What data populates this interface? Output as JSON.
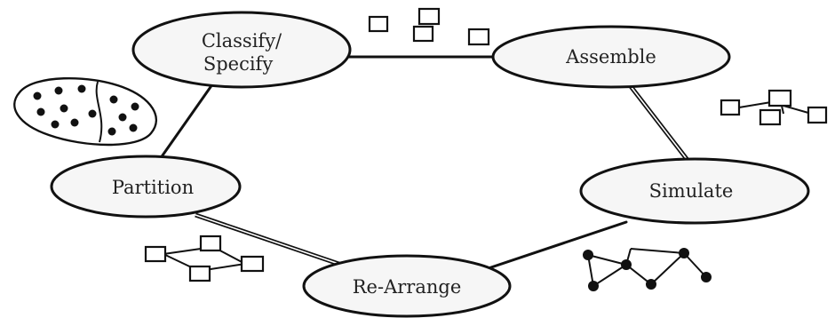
{
  "diagram": {
    "nodes": {
      "classify": {
        "line1": "Classify/",
        "line2": "Specify"
      },
      "assemble": {
        "label": "Assemble"
      },
      "simulate": {
        "label": "Simulate"
      },
      "rearrange": {
        "label": "Re-Arrange"
      },
      "partition": {
        "label": "Partition"
      }
    },
    "icons": {
      "loose_boxes": "loose-boxes-icon",
      "connected_boxes": "connected-boxes-icon",
      "node_graph": "node-graph-icon",
      "partitioned_dots": "partitioned-dots-icon",
      "linked_boxes": "linked-boxes-icon"
    },
    "colors": {
      "stroke": "#111111",
      "node_fill": "#f6f6f6",
      "background": "#ffffff"
    }
  }
}
